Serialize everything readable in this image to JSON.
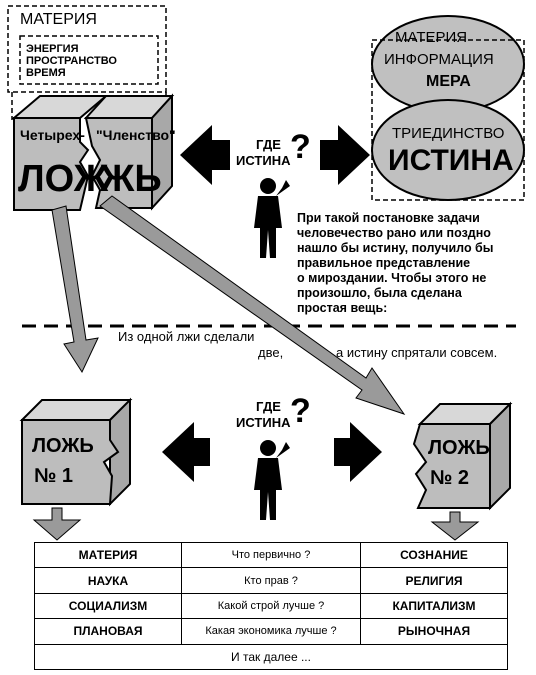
{
  "top_left": {
    "materia": "МАТЕРИЯ",
    "inner": [
      "ЭНЕРГИЯ",
      "ПРОСТРАНСТВО",
      "ВРЕМЯ"
    ]
  },
  "big_lie": {
    "left_small": "Четырех-",
    "right_small": "\"Членство\"",
    "left_big": "ЛОЖ",
    "right_big": "ЖЬ"
  },
  "question": {
    "where": "ГДЕ",
    "truth": "ИСТИНА",
    "mark": "?"
  },
  "right_top": {
    "oval_lines": [
      "МАТЕРИЯ",
      "ИНФОРМАЦИЯ",
      "МЕРА"
    ],
    "oval2_small": "ТРИЕДИНСТВО",
    "oval2_big": "ИСТИНА"
  },
  "paragraph": [
    "При такой постановке задачи",
    "человечество рано или поздно",
    "нашло бы истину, получило бы",
    "правильное представление",
    "о мироздании. Чтобы этого не",
    "произошло, была сделана",
    "простая вещь:"
  ],
  "split_line": {
    "part1": "Из одной лжи сделали",
    "part2": "две,",
    "part3": "а истину спрятали совсем."
  },
  "lie1": {
    "title": "ЛОЖЬ",
    "num": "№ 1"
  },
  "lie2": {
    "title": "ЛОЖЬ",
    "num": "№ 2"
  },
  "table": {
    "rows": [
      {
        "left": "МАТЕРИЯ",
        "mid": "Что первично ?",
        "right": "СОЗНАНИЕ"
      },
      {
        "left": "НАУКА",
        "mid": "Кто прав ?",
        "right": "РЕЛИГИЯ"
      },
      {
        "left": "СОЦИАЛИЗМ",
        "mid": "Какой строй лучше ?",
        "right": "КАПИТАЛИЗМ"
      },
      {
        "left": "ПЛАНОВАЯ",
        "mid": "Какая экономика лучше ?",
        "right": "РЫНОЧНАЯ"
      }
    ],
    "footer": "И так далее ..."
  },
  "colors": {
    "block_gray": "#bdbdbd",
    "arrow_gray": "#9a9a9a",
    "oval_gray": "#c0c0c0"
  }
}
